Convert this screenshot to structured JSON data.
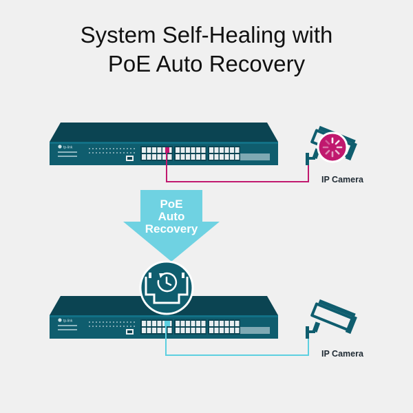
{
  "title": {
    "line1": "System Self-Healing with",
    "line2": "PoE Auto Recovery"
  },
  "arrow": {
    "line1": "PoE",
    "line2": "Auto",
    "line3": "Recovery"
  },
  "cameras": [
    {
      "label": "IP Camera",
      "state": "fault"
    },
    {
      "label": "IP Camera",
      "state": "recovered"
    }
  ],
  "switch_logo": "tp-link",
  "colors": {
    "switch_body": "#0f5d6e",
    "switch_dark": "#0b4452",
    "fault_link": "#c0186e",
    "recovered_link": "#5ccfe0",
    "arrow": "#6fd2e2",
    "camera": "#0f5d6e"
  },
  "icons": [
    "power-recovery-icon",
    "loading-spinner-icon",
    "security-camera-icon"
  ]
}
